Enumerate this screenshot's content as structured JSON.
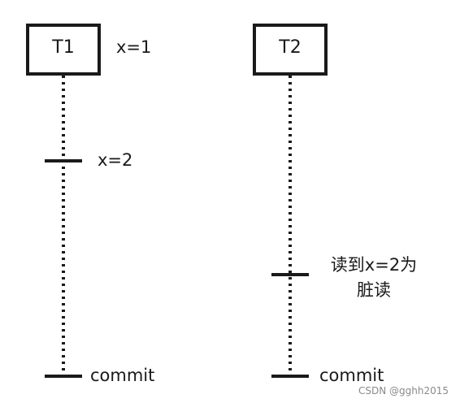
{
  "transactions": [
    {
      "label": "T1",
      "initial_note": "x=1",
      "events": [
        {
          "note": "x=2"
        },
        {
          "note": "commit"
        }
      ]
    },
    {
      "label": "T2",
      "events": [
        {
          "note_lines": [
            "读到x=2为",
            "脏读"
          ]
        },
        {
          "note": "commit"
        }
      ]
    }
  ],
  "watermark": "CSDN @gghh2015",
  "colors": {
    "stroke": "#1a1a1a",
    "text": "#1a1a1a",
    "watermark": "#8a8a8a",
    "background": "#ffffff"
  }
}
